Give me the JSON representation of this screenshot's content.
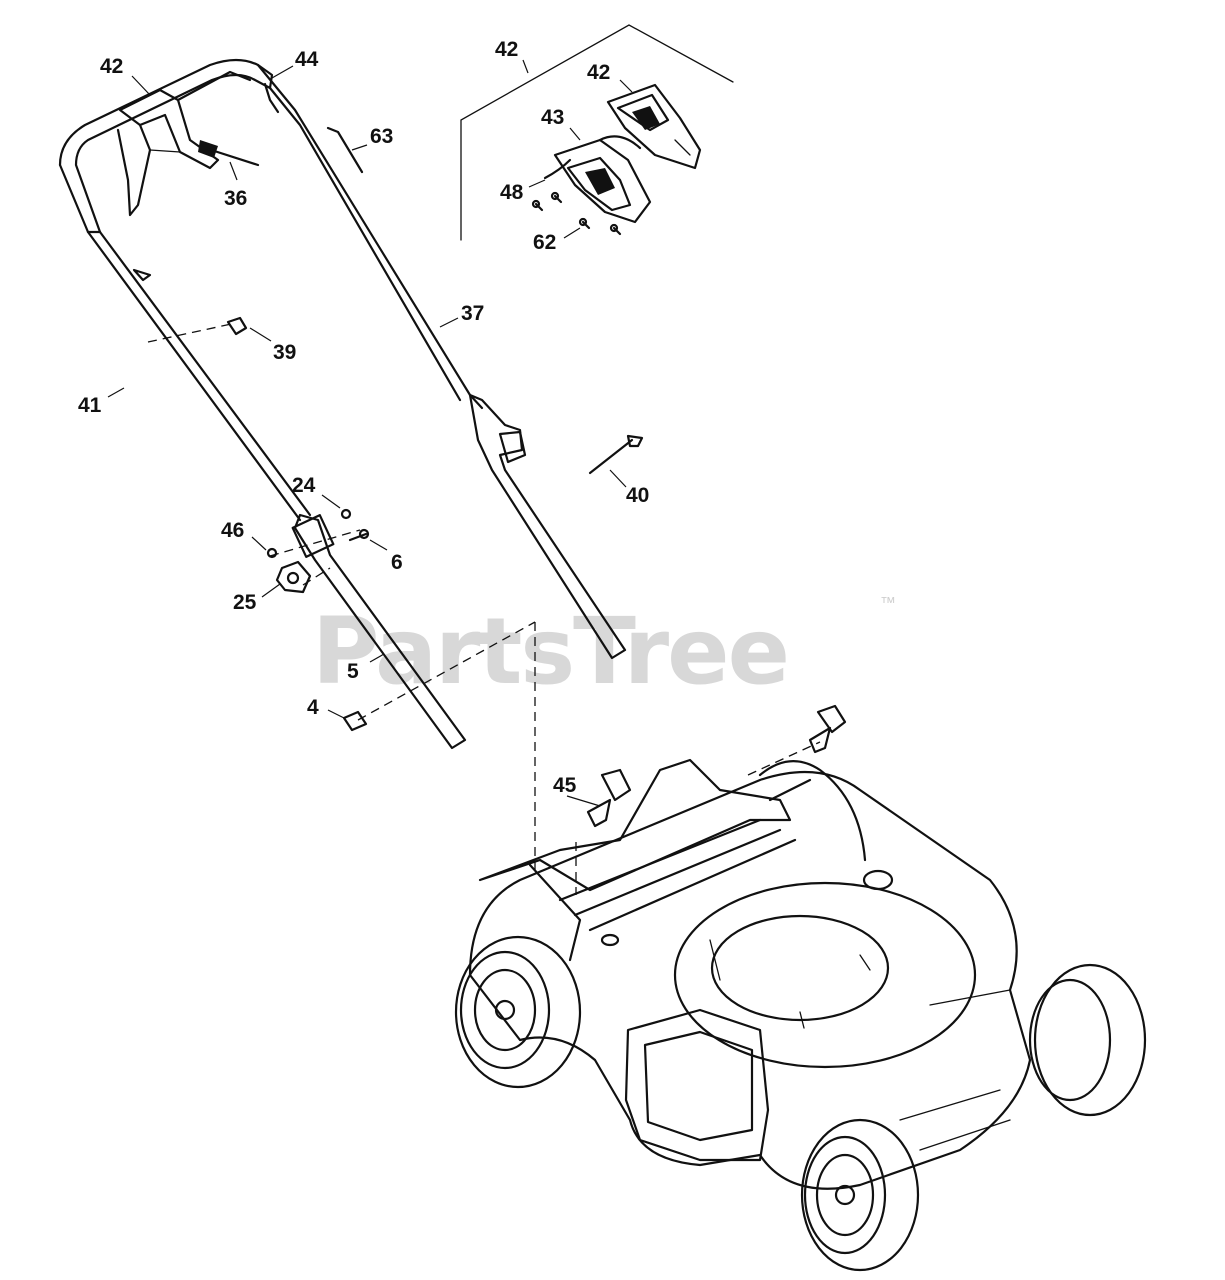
{
  "watermark": {
    "text": "PartsTree",
    "trademark": "™"
  },
  "callouts": {
    "c42a": "42",
    "c44": "44",
    "c63": "63",
    "c36": "36",
    "c37": "37",
    "c39": "39",
    "c41": "41",
    "c40": "40",
    "c24": "24",
    "c46": "46",
    "c6": "6",
    "c25": "25",
    "c5": "5",
    "c4": "4",
    "c45": "45",
    "inset_42": "42",
    "inset_42b": "42",
    "inset_43": "43",
    "inset_48": "48",
    "inset_62": "62"
  },
  "colors": {
    "line": "#111111",
    "background": "#ffffff",
    "watermark": "#d8d8d8"
  }
}
